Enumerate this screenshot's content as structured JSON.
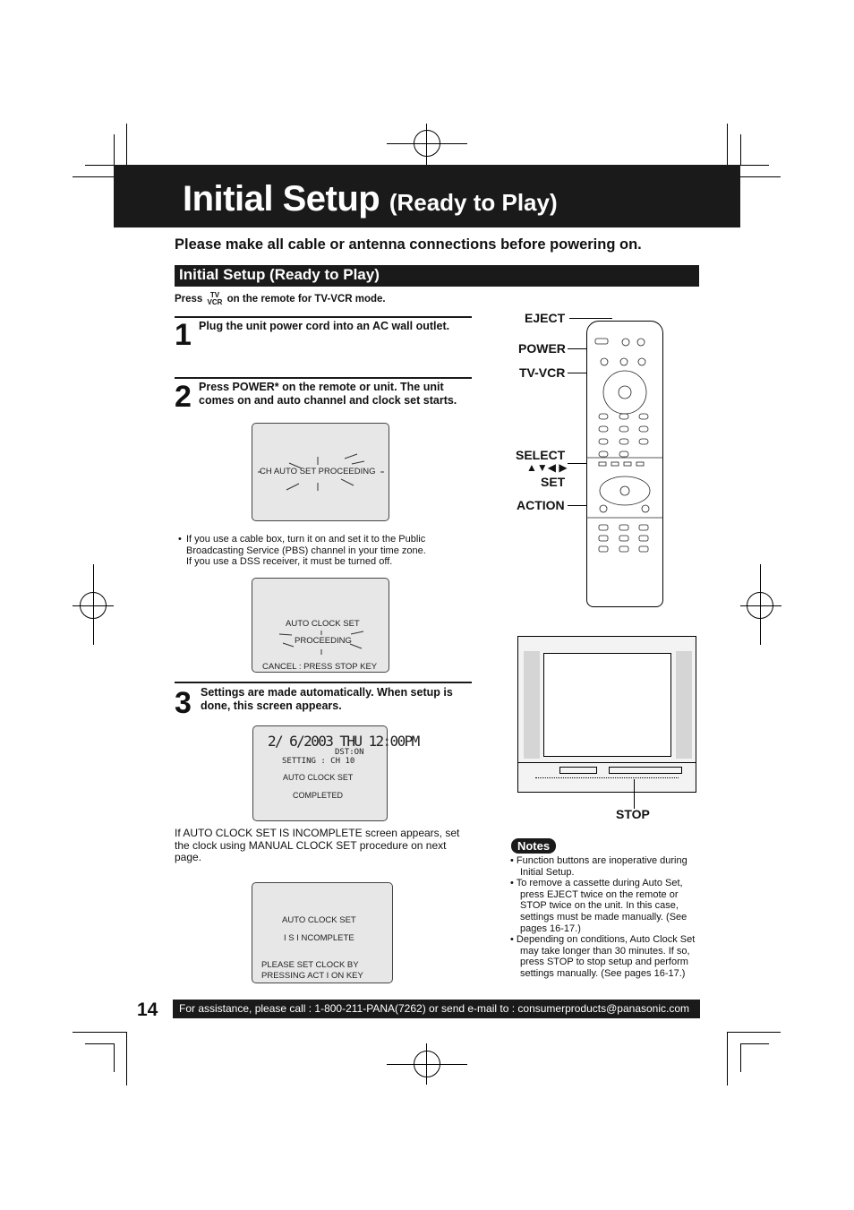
{
  "page": {
    "title_main": "Initial Setup",
    "title_sub": "(Ready to Play)",
    "intro": "Please make all cable or antenna connections before powering on.",
    "section_title": "Initial Setup (Ready to Play)",
    "press_prefix": "Press",
    "press_tv": "TV",
    "press_vcr": "VCR",
    "press_suffix": "on the remote for TV-VCR mode.",
    "page_number": "14",
    "footer": "For assistance, please call : 1-800-211-PANA(7262) or send e-mail to : consumerproducts@panasonic.com"
  },
  "steps": [
    {
      "num": "1",
      "text": "Plug the unit power cord into an AC wall outlet."
    },
    {
      "num": "2",
      "text": "Press POWER* on the remote or unit. The unit comes on and auto channel and clock set starts."
    },
    {
      "num": "3",
      "text": "Settings are made automatically. When setup is done, this screen appears."
    }
  ],
  "screens": {
    "ch_auto": "CH AUTO SET PROCEEDING",
    "clock_title": "AUTO CLOCK SET",
    "clock_proceeding": "PROCEEDING",
    "clock_cancel": "CANCEL : PRESS STOP KEY",
    "done_time": "2/ 6/2003 THU 12:00PM",
    "done_dst": "DST:ON",
    "done_setting": "SETTING : CH 10",
    "done_clock": "AUTO CLOCK SET",
    "done_completed": "COMPLETED",
    "inc_title": "AUTO CLOCK SET",
    "inc_state": "I S  I NCOMPLETE",
    "inc_line1": "PLEASE SET  CLOCK BY",
    "inc_line2": "PRESSING ACT I ON KEY"
  },
  "cable_note": {
    "line1": "If you use a cable box, turn it on and set it to the Public",
    "line2": "Broadcasting Service (PBS) channel in your time zone.",
    "line3": "If you use a DSS receiver, it must be turned off."
  },
  "incomplete_text": "If AUTO CLOCK SET IS INCOMPLETE screen appears, set the clock using MANUAL CLOCK SET procedure on next page.",
  "remote_labels": {
    "eject": "EJECT",
    "power": "POWER",
    "tvvcr": "TV-VCR",
    "select": "SELECT",
    "arrows": "▲▼◀ ▶",
    "set": "SET",
    "action": "ACTION"
  },
  "tv_label": "STOP",
  "notes": {
    "badge": "Notes",
    "items": [
      "• Function buttons are inoperative during Initial Setup.",
      "• To remove a cassette during Auto Set, press EJECT twice on the remote or STOP twice on the unit. In this case, settings must be made manually. (See pages 16-17.)",
      "• Depending on conditions, Auto Clock Set may take longer than 30 minutes. If so, press STOP to stop setup and perform settings manually. (See pages 16-17.)"
    ]
  }
}
